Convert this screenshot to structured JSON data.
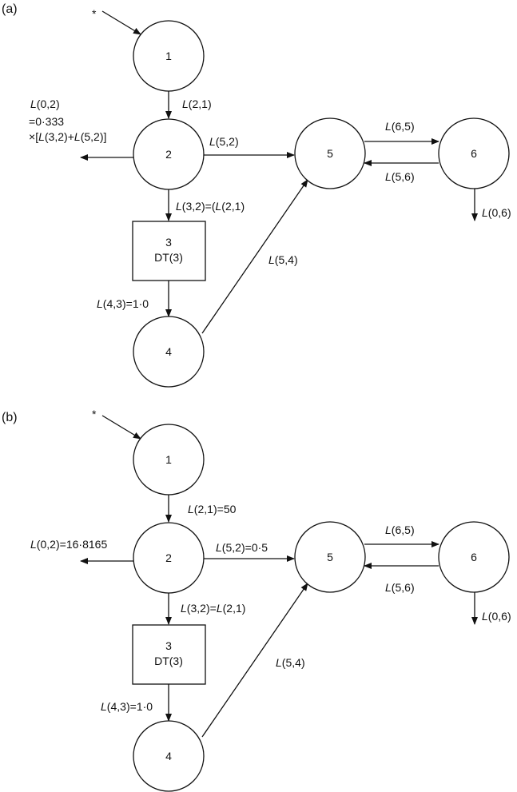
{
  "panel_a": {
    "label": "(a)",
    "star": "*",
    "nodes": {
      "n1": "1",
      "n2": "2",
      "n3": "3",
      "n3_sub": "DT(3)",
      "n4": "4",
      "n5": "5",
      "n6": "6"
    },
    "edges": {
      "L21": "L(2,1)",
      "L02_line1": "L(0,2)",
      "L02_line2": "=0·333",
      "L02_line3": "×[L(3,2)+L(5,2)]",
      "L52": "L(5,2)",
      "L32": "L(3,2)=(L(2,1)",
      "L43": "L(4,3)=1·0",
      "L54": "L(5,4)",
      "L65": "L(6,5)",
      "L56": "L(5,6)",
      "L06": "L(0,6)"
    }
  },
  "panel_b": {
    "label": "(b)",
    "star": "*",
    "nodes": {
      "n1": "1",
      "n2": "2",
      "n3": "3",
      "n3_sub": "DT(3)",
      "n4": "4",
      "n5": "5",
      "n6": "6"
    },
    "edges": {
      "L21": "L(2,1)=50",
      "L02": "L(0,2)=16·8165",
      "L52": "L(5,2)=0·5",
      "L32": "L(3,2)=L(2,1)",
      "L43": "L(4,3)=1·0",
      "L54": "L(5,4)",
      "L65": "L(6,5)",
      "L56": "L(5,6)",
      "L06": "L(0,6)"
    }
  }
}
